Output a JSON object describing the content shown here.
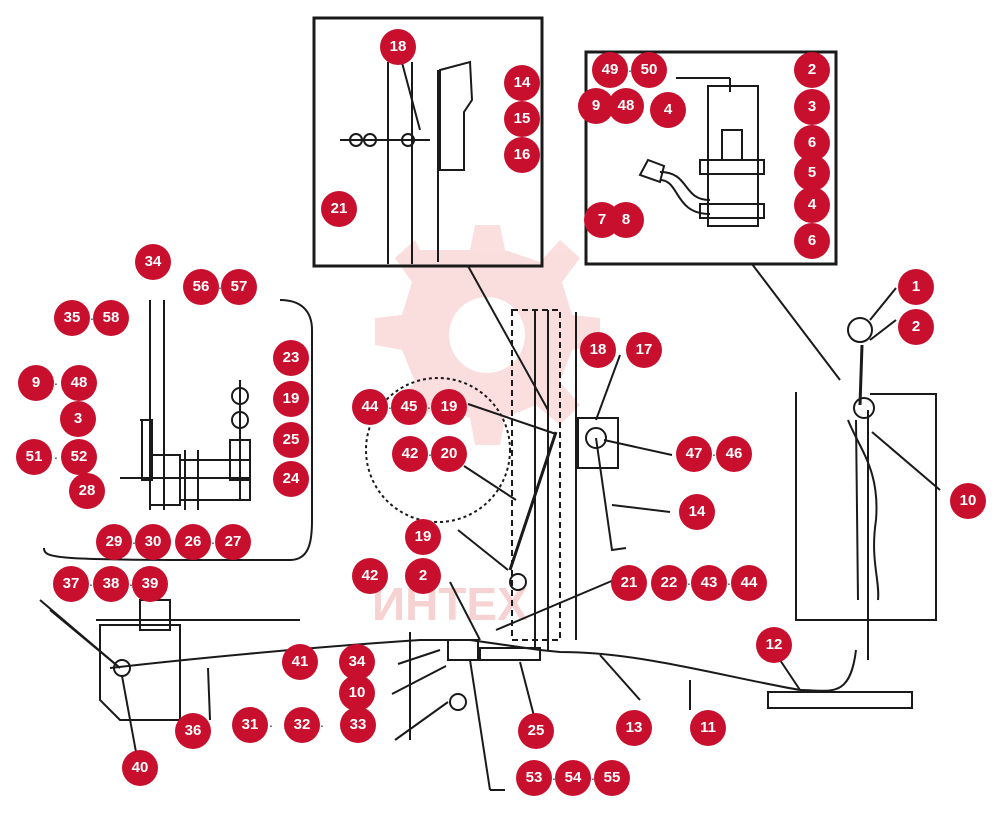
{
  "watermark": {
    "text": "ИНТЕХ",
    "color": "#f3b5b5"
  },
  "colors": {
    "badge": "#c8102e",
    "badge_text": "#ffffff",
    "line": "#1a1a1a"
  },
  "callouts": {
    "topcenter": {
      "18": "18",
      "14": "14",
      "15": "15",
      "16": "16",
      "21": "21"
    },
    "topright": {
      "49": "49",
      "50": "50",
      "9": "9",
      "48": "48",
      "4a": "4",
      "2": "2",
      "3": "3",
      "6a": "6",
      "5": "5",
      "4b": "4",
      "6b": "6",
      "7": "7",
      "8": "8"
    },
    "leftdetail": {
      "34": "34",
      "56": "56",
      "57": "57",
      "35": "35",
      "58": "58",
      "23": "23",
      "9": "9",
      "48": "48",
      "19": "19",
      "3": "3",
      "25": "25",
      "51": "51",
      "52": "52",
      "24": "24",
      "28": "28",
      "29": "29",
      "30": "30",
      "26": "26",
      "27": "27"
    },
    "main": {
      "1": "1",
      "2a": "2",
      "18": "18",
      "17": "17",
      "44a": "44",
      "45": "45",
      "19a": "19",
      "47": "47",
      "46": "46",
      "10a": "10",
      "42a": "42",
      "20": "20",
      "14": "14",
      "19b": "19",
      "42b": "42",
      "2b": "2",
      "21": "21",
      "22": "22",
      "43": "43",
      "44b": "44",
      "37": "37",
      "38": "38",
      "39": "39",
      "12": "12",
      "41": "41",
      "34": "34",
      "10b": "10",
      "36": "36",
      "31": "31",
      "32": "32",
      "33": "33",
      "25": "25",
      "13": "13",
      "11": "11",
      "40": "40",
      "53": "53",
      "54": "54",
      "55": "55"
    }
  }
}
